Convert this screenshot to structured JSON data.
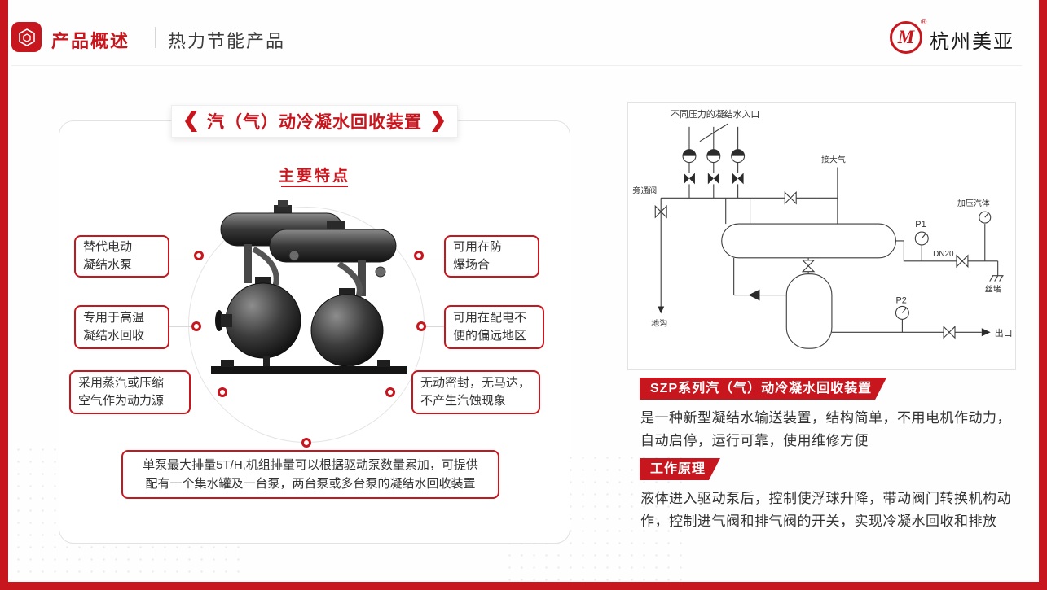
{
  "colors": {
    "accent_red": "#c8161e",
    "text_dark": "#333333"
  },
  "header": {
    "title": "产品概述",
    "subtitle": "热力节能产品",
    "brand": "杭州美亚",
    "logo_letter": "M",
    "logo_reg": "®"
  },
  "left_panel": {
    "banner_title": "汽（气）动冷凝水回收装置",
    "features_heading": "主要特点",
    "features_left": [
      "替代电动\n凝结水泵",
      "专用于高温\n凝结水回收",
      "采用蒸汽或压缩\n空气作为动力源"
    ],
    "features_right": [
      "可用在防\n爆场合",
      "可用在配电不\n便的偏远地区",
      "无动密封，无马达，\n不产生汽蚀现象"
    ],
    "capacity_note": "单泵最大排量5T/H,机组排量可以根据驱动泵数量累加，可提供\n配有一个集水罐及一台泵，两台泵或多台泵的凝结水回收装置"
  },
  "right_panel": {
    "diagram": {
      "labels": {
        "inlet": "不同压力的凝结水入口",
        "bypass_valve": "旁通阀",
        "to_atmosphere": "接大气",
        "p1": "P1",
        "dn20": "DN20",
        "plug": "丝堵",
        "pressurized_gas": "加压汽体",
        "floor_drain": "地沟",
        "p2": "P2",
        "outlet": "出口"
      }
    },
    "section1": {
      "title": "SZP系列汽（气）动冷凝水回收装置",
      "body": "是一种新型凝结水输送装置，结构简单，不用电机作动力，自动启停，运行可靠，使用维修方便"
    },
    "section2": {
      "title": "工作原理",
      "body": "液体进入驱动泵后，控制使浮球升降，带动阀门转换机构动作，控制进气阀和排气阀的开关，实现冷凝水回收和排放"
    }
  }
}
